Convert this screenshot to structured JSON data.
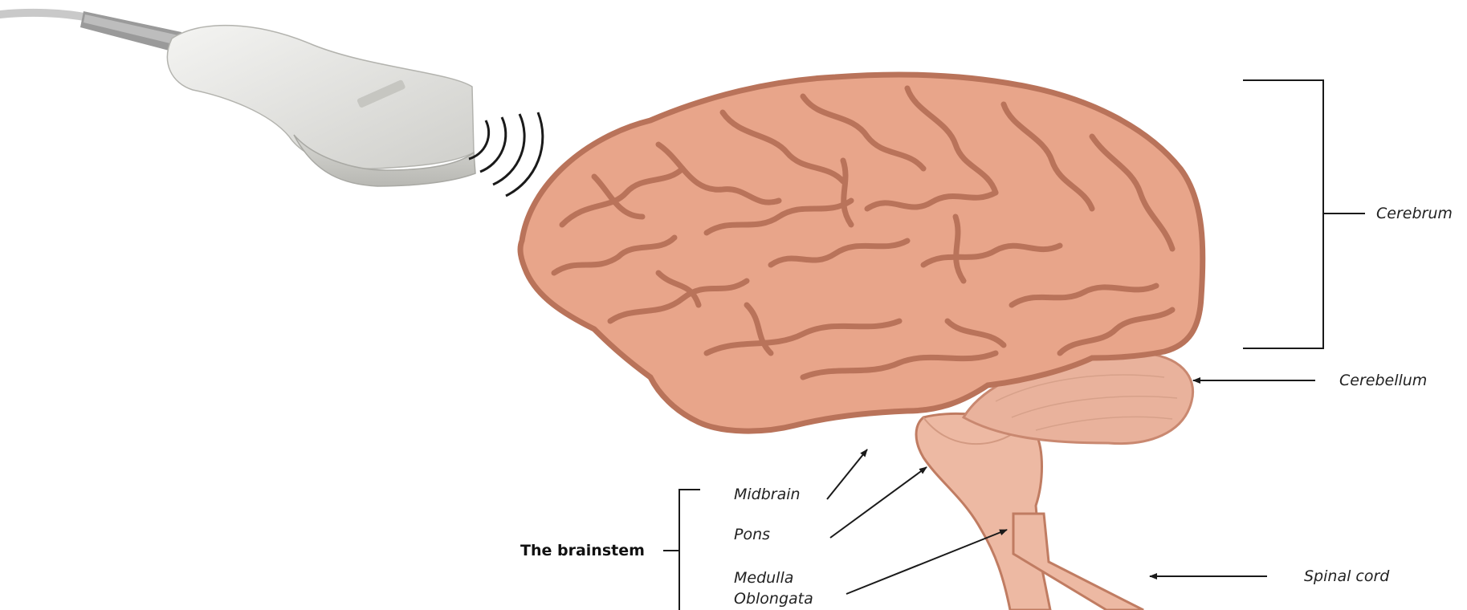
{
  "labels": {
    "cerebrum": "Cerebrum",
    "cerebellum": "Cerebellum",
    "midbrain": "Midbrain",
    "pons": "Pons",
    "medulla_line1": "Medulla",
    "medulla_line2": "Oblongata",
    "brainstem": "The brainstem",
    "spinal_cord": "Spinal cord"
  },
  "colors": {
    "brain_fill": "#e8a58a",
    "brain_outline": "#b9735a",
    "cerebellum_fill": "#e9b29c",
    "stem_fill": "#edb9a3",
    "probe_body": "#e9e9e6",
    "probe_cable": "#c8c8c8"
  },
  "icons": {
    "probe": "ultrasound-probe-icon",
    "waves": "sound-waves-icon"
  }
}
